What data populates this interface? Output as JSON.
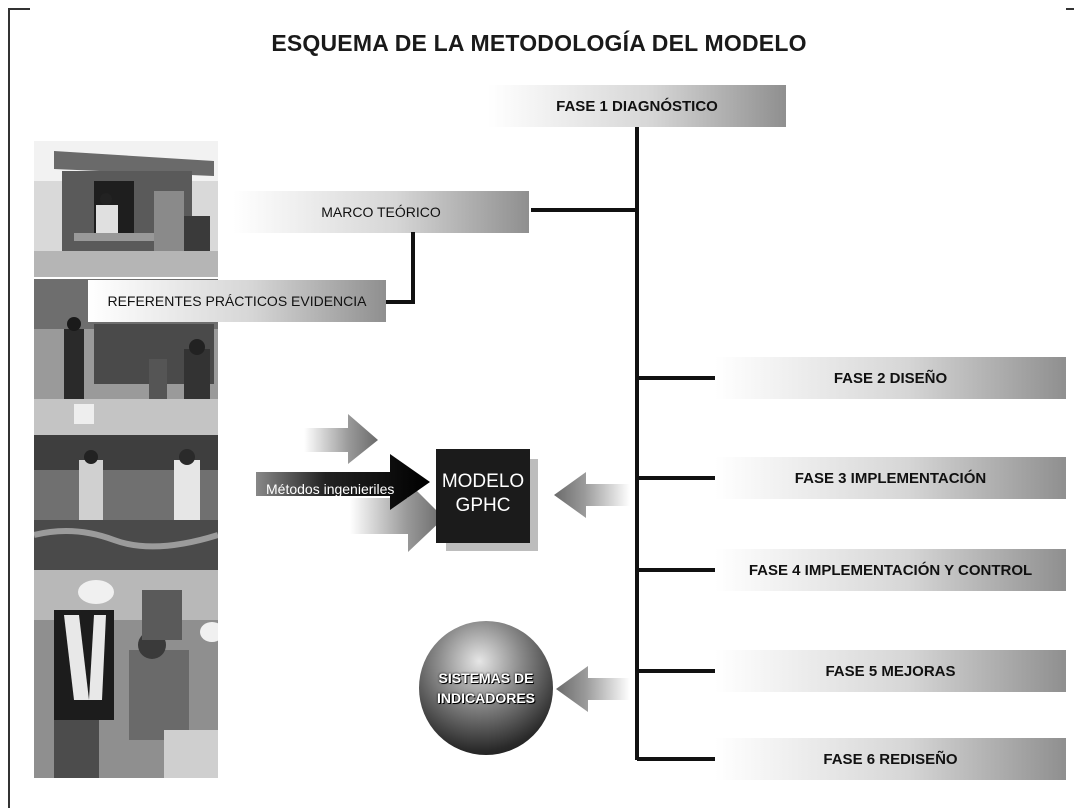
{
  "title": "ESQUEMA DE LA METODOLOGÍA DEL MODELO",
  "fase1": "FASE 1 DIAGNÓSTICO",
  "marco": "MARCO TEÓRICO",
  "referentes": "REFERENTES PRÁCTICOS EVIDENCIA",
  "metodos": "Métodos ingenieriles",
  "modelo": {
    "line1": "MODELO",
    "line2": "GPHC"
  },
  "sistemas": {
    "line1": "SISTEMAS DE",
    "line2": "INDICADORES"
  },
  "phases": [
    "FASE 2 DISEÑO",
    "FASE 3 IMPLEMENTACIÓN",
    "FASE 4 IMPLEMENTACIÓN Y CONTROL",
    "FASE 5 MEJORAS",
    "FASE 6 REDISEÑO"
  ],
  "photos": [
    "photo-informal-dwelling",
    "photo-construction-workers",
    "photo-garden-work",
    "photo-workers-safety-vests"
  ]
}
